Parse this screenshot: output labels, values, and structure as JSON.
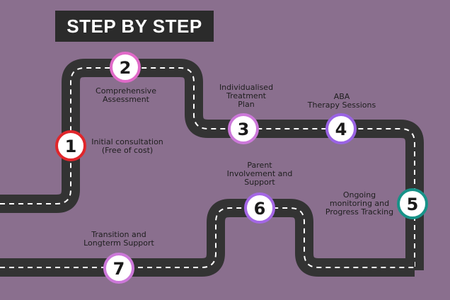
{
  "title": "STEP BY STEP",
  "colors": {
    "background": "#8a6f8e",
    "road": "#333333",
    "dash": "#ffffff",
    "ring_1": "#e0262b",
    "ring_2": "#e06ac8",
    "ring_3": "#cc78d9",
    "ring_4": "#9a63e4",
    "ring_5": "#179288",
    "ring_6": "#a467e5",
    "ring_7": "#cc78d9"
  },
  "steps": [
    {
      "number": "1",
      "label": "Initial consultation\n(Free of cost)"
    },
    {
      "number": "2",
      "label": "Comprehensive\nAssessment"
    },
    {
      "number": "3",
      "label": "Individualised\nTreatment\nPlan"
    },
    {
      "number": "4",
      "label": "ABA\nTherapy Sessions"
    },
    {
      "number": "5",
      "label": "Ongoing\nmonitoring and\nProgress Tracking"
    },
    {
      "number": "6",
      "label": "Parent\nInvolvement and\nSupport"
    },
    {
      "number": "7",
      "label": "Transition and\nLongterm Support"
    }
  ]
}
